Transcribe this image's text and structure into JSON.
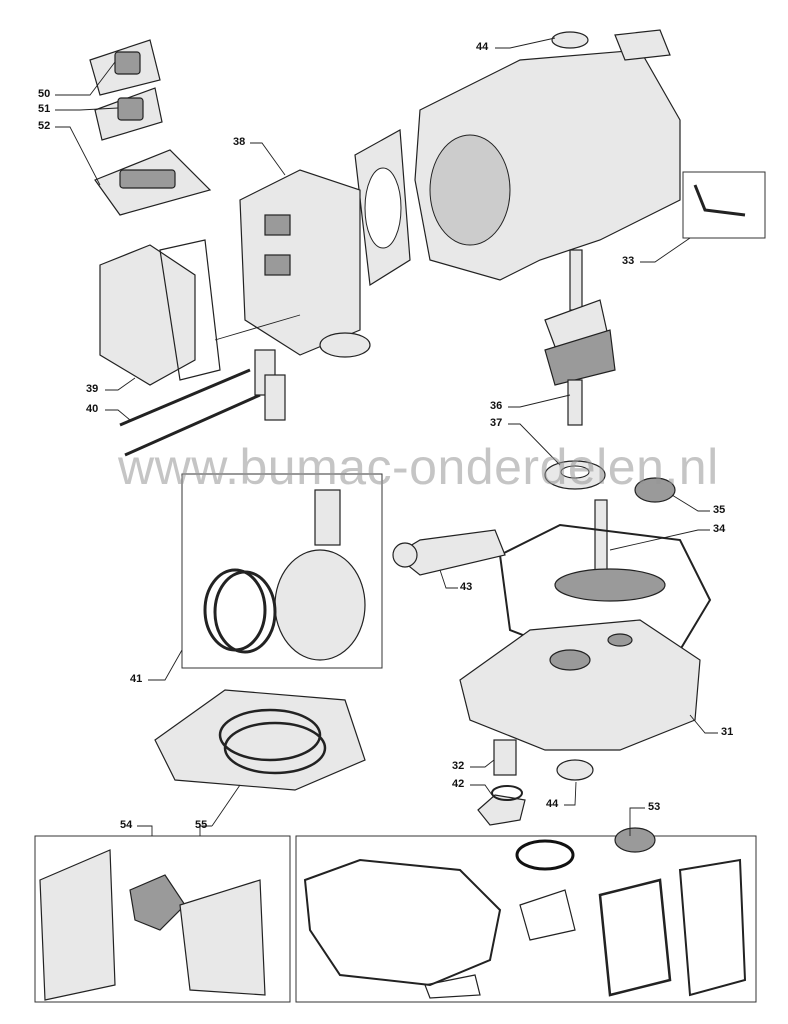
{
  "watermark": "www.bumac-onderdelen.nl",
  "callouts": {
    "c50": "50",
    "c51": "51",
    "c52": "52",
    "c38": "38",
    "c44a": "44",
    "c33": "33",
    "c39": "39",
    "c40": "40",
    "c36": "36",
    "c37": "37",
    "c35": "35",
    "c34": "34",
    "c43": "43",
    "c41": "41",
    "c31": "31",
    "c32": "32",
    "c42": "42",
    "c44b": "44",
    "c54": "54",
    "c55": "55",
    "c53": "53"
  }
}
